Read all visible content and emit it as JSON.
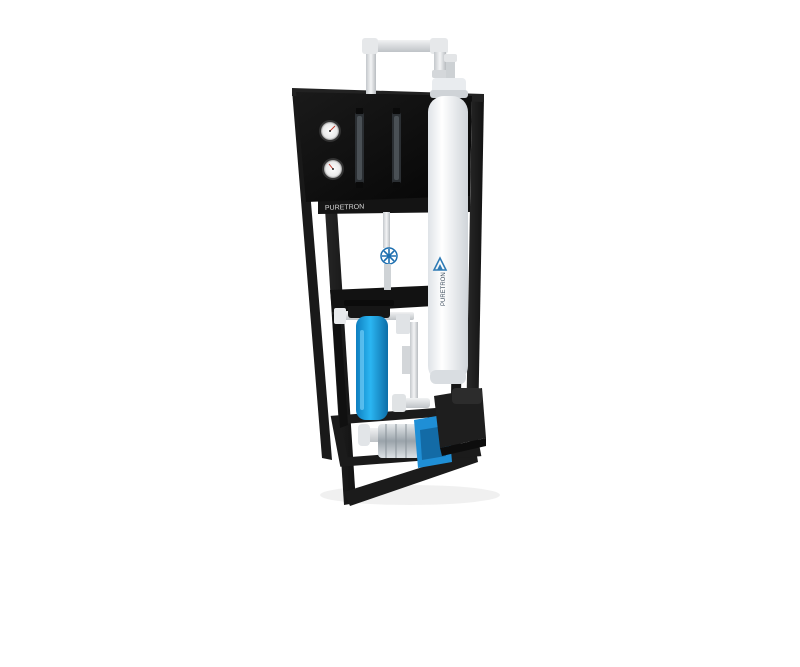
{
  "image": {
    "subject": "ro-water-system-unit",
    "colors": {
      "background": "#ffffff",
      "frame": "#1e1e1e",
      "panel": "#111111",
      "pipe": "#d8dadc",
      "membrane_housing": "#f4f6f8",
      "filter_housing": "#1aa6e6",
      "pump_motor": "#1f1f1f",
      "pump_accent": "#1f8fd6",
      "steel": "#b9c0c6"
    },
    "panel_label": "PURETRON",
    "housing_label": "PURETRON"
  }
}
